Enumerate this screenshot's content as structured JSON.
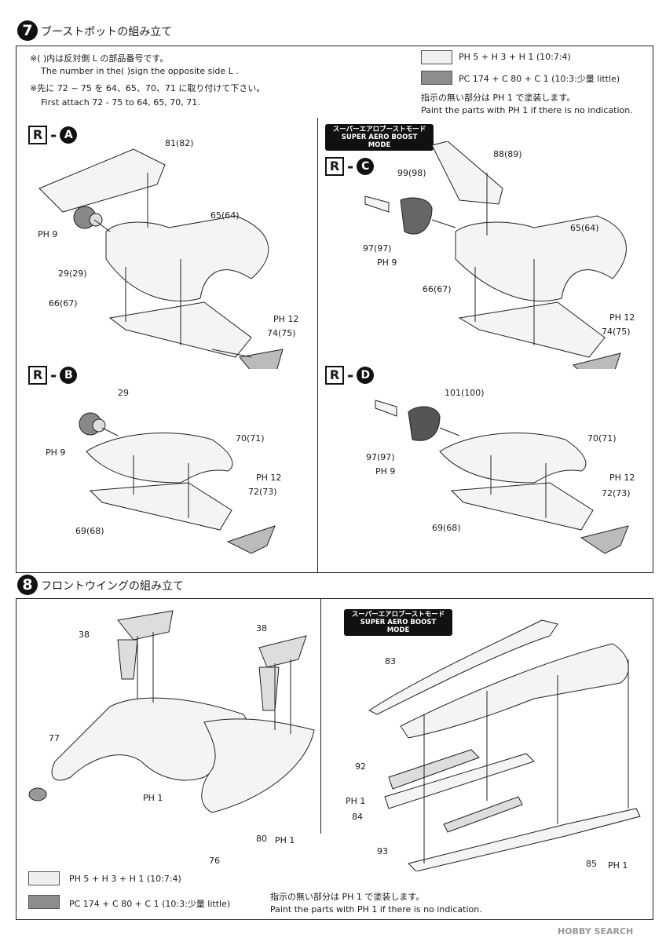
{
  "step7": {
    "number": "7",
    "title": "ブーストポットの組み立て",
    "notes": [
      "※( )内は反対側 L の部品番号です。",
      "The number in the( )sign the opposite side L .",
      "※先に 72 ~ 75 を 64、65、70、71 に取り付けて下さい。",
      "First attach 72 - 75 to 64, 65, 70, 71."
    ],
    "legend_light": "PH 5 + H 3 + H 1 (10:7:4)",
    "legend_dark": "PC 174 + C 80 + C 1 (10:3:少量 little)",
    "note_jp": "指示の無い部分は PH 1 で塗装します。",
    "note_en": "Paint the parts with PH 1 if there is no indication.",
    "badge_line1": "スーパーエアロブーストモード",
    "badge_line2": "SUPER AERO BOOST MODE",
    "sections": {
      "A": {
        "r": "R",
        "letter": "A",
        "labels": [
          "81(82)",
          "65(64)",
          "66(67)",
          "29(29)",
          "PH 9",
          "PH 12",
          "74(75)"
        ]
      },
      "B": {
        "r": "R",
        "letter": "B",
        "labels": [
          "29",
          "70(71)",
          "69(68)",
          "PH 9",
          "PH 12",
          "72(73)"
        ]
      },
      "C": {
        "r": "R",
        "letter": "C",
        "labels": [
          "88(89)",
          "99(98)",
          "65(64)",
          "66(67)",
          "97(97)",
          "PH 9",
          "PH 12",
          "74(75)"
        ]
      },
      "D": {
        "r": "R",
        "letter": "D",
        "labels": [
          "101(100)",
          "70(71)",
          "69(68)",
          "97(97)",
          "PH 9",
          "PH 12",
          "72(73)"
        ]
      }
    }
  },
  "step8": {
    "number": "8",
    "title": "フロントウイングの組み立て",
    "left_labels": [
      "38",
      "38",
      "77",
      "PH 1",
      "80",
      "PH 1",
      "76"
    ],
    "right_labels": [
      "83",
      "92",
      "PH 1",
      "84",
      "93",
      "85",
      "PH 1"
    ],
    "badge_line1": "スーパーエアロブーストモード",
    "badge_line2": "SUPER AERO BOOST MODE",
    "legend_light": "PH 5 + H 3 + H 1 (10:7:4)",
    "legend_dark": "PC 174 + C 80 + C 1 (10:3:少量 little)",
    "note_jp": "指示の無い部分は PH 1 で塗装します。",
    "note_en": "Paint the parts with PH 1 if there is no indication."
  },
  "watermark": "HOBBY SEARCH",
  "colors": {
    "light_swatch": "#efefef",
    "dark_swatch": "#8d8d8d",
    "ink": "#1a1a1a"
  }
}
